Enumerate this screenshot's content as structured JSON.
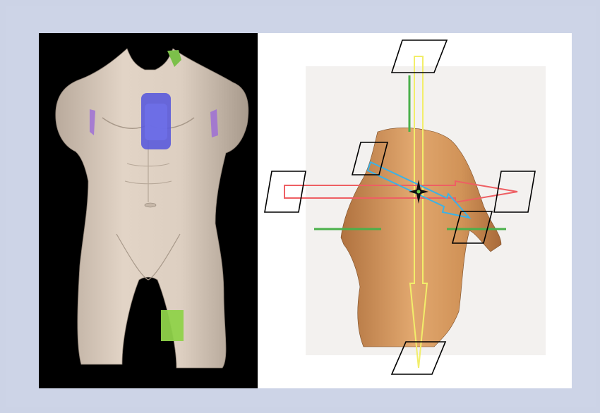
{
  "figure": {
    "panels": [
      {
        "id": "left",
        "content": "torso-with-electrode-patches"
      },
      {
        "id": "right",
        "content": "torso-with-axes-and-planes"
      }
    ],
    "colors": {
      "background": "#cdd4e7",
      "left_panel_bg": "#000000",
      "right_panel_bg": "#ffffff",
      "skin_model": "#d9cbbd",
      "skin_photo": "#c98f5a",
      "patch_blue": "#5a5adc",
      "patch_green": "#8fd24a",
      "patch_purple": "#9b6ad8",
      "axis_yellow": "#f2ee6a",
      "axis_red": "#ee5f63",
      "axis_cyan": "#3bb2e6",
      "guide_green": "#4ab04a"
    }
  }
}
